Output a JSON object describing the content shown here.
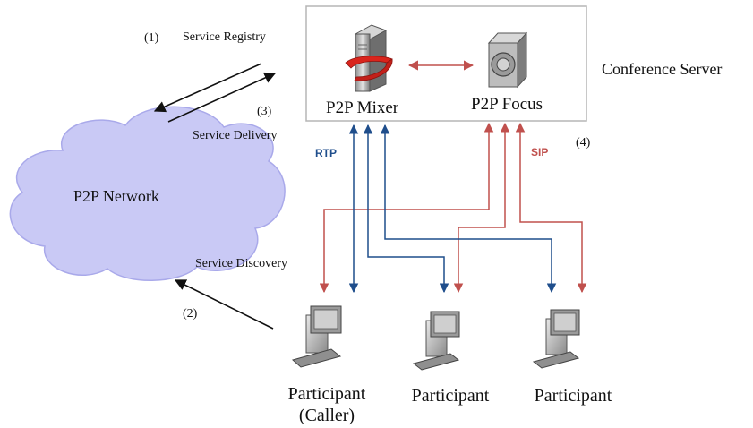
{
  "server": {
    "title": "Conference Server",
    "mixer_label": "P2P Mixer",
    "focus_label": "P2P Focus"
  },
  "network": {
    "label": "P2P Network"
  },
  "steps": {
    "registry_num": "(1)",
    "registry_label": "Service Registry",
    "discovery_num": "(2)",
    "discovery_label": "Service Discovery",
    "delivery_num": "(3)",
    "delivery_label": "Service Delivery",
    "signaling_num": "(4)"
  },
  "protocols": {
    "rtp": "RTP",
    "sip": "SIP"
  },
  "participants": [
    {
      "label": "Participant",
      "sublabel": "(Caller)"
    },
    {
      "label": "Participant"
    },
    {
      "label": "Participant"
    }
  ],
  "colors": {
    "rtp": "#1f4e8c",
    "sip": "#c0504d",
    "cloud": "#c9c9f5",
    "cloud_stroke": "#a9a9ea",
    "box_stroke": "#b5b5b5",
    "arrow": "#111111"
  }
}
